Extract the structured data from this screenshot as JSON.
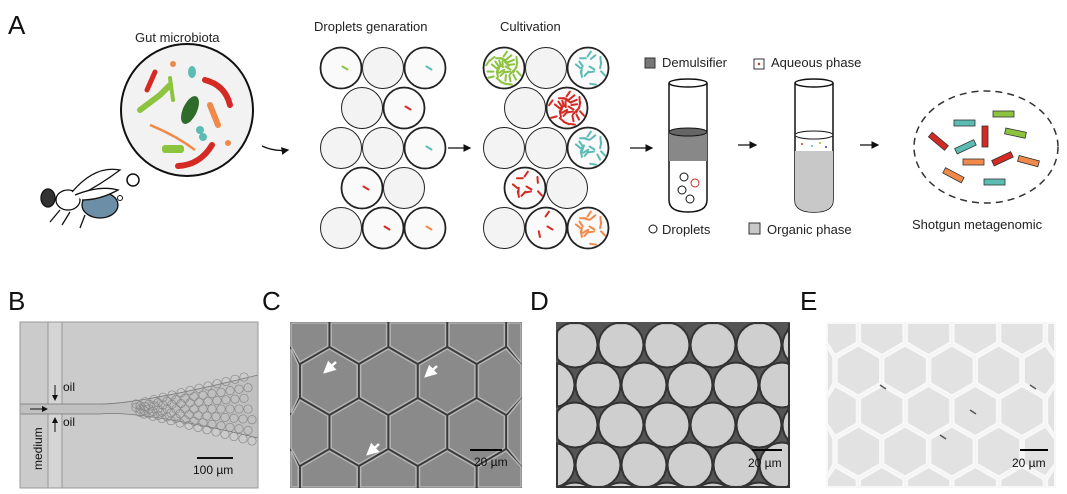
{
  "panels": {
    "a": "A",
    "b": "B",
    "c": "C",
    "d": "D",
    "e": "E"
  },
  "panel_a": {
    "gut_microbiota": "Gut microbiota",
    "droplets_generation": "Droplets genaration",
    "cultivation": "Cultivation",
    "legend": {
      "demulsifier": "Demulsifier",
      "aqueous_phase": "Aqueous phase",
      "droplets": "Droplets",
      "organic_phase": "Organic phase"
    },
    "shotgun": "Shotgun metagenomic",
    "colors": {
      "green": "#8cc43f",
      "red": "#d42a23",
      "teal": "#5bbcb4",
      "orange": "#f08a4b",
      "darkgreen": "#2f6b2a"
    }
  },
  "panel_b": {
    "oil_top": "oil",
    "oil_bottom": "oil",
    "medium": "medium",
    "scale": "100 µm"
  },
  "panel_c": {
    "scale": "20 µm"
  },
  "panel_d": {
    "scale": "20 µm"
  },
  "panel_e": {
    "scale": "20 µm"
  }
}
